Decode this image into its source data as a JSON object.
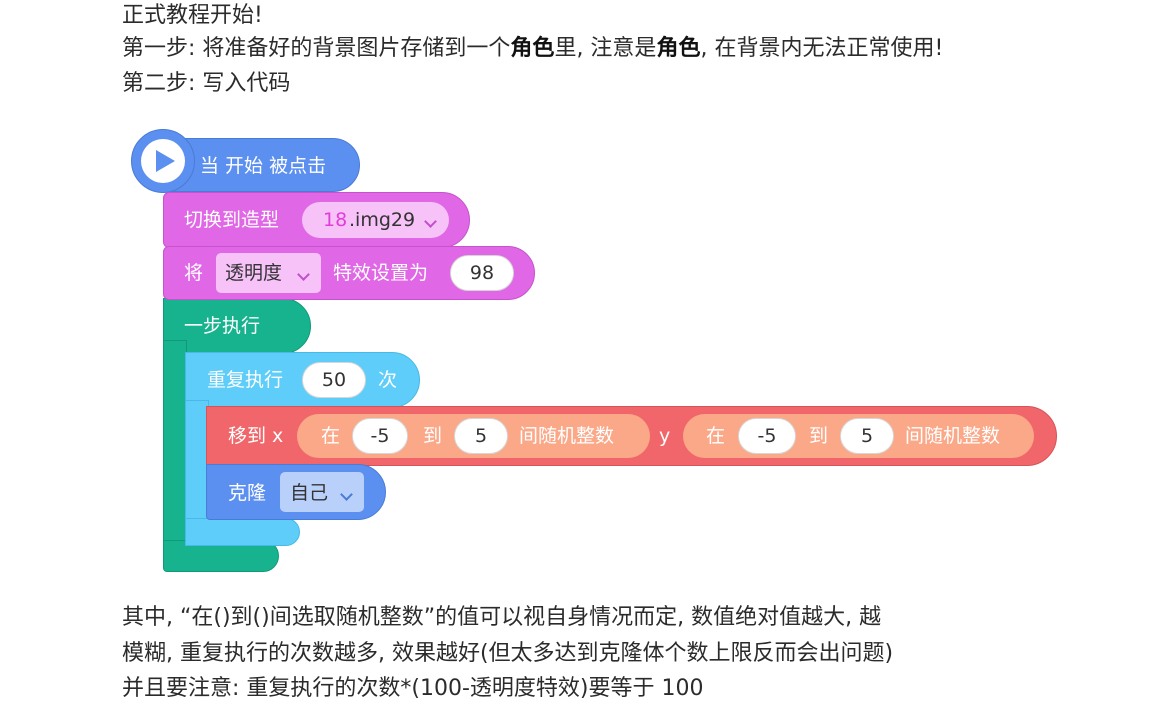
{
  "intro": {
    "line1": "正式教程开始!",
    "line2_a": "第一步: 将准备好的背景图片存储到一个",
    "line2_b": "角色",
    "line2_c": "里, 注意是",
    "line2_d": "角色",
    "line2_e": ", 在背景内无法正常使用!",
    "line3": "第二步:  写入代码"
  },
  "blocks": {
    "hat_label": "当 开始 被点击",
    "switch_costume_label": "切换到造型",
    "costume_prefix": "18",
    "costume_name": ".img29",
    "set_effect_label_a": "将",
    "effect_option": "透明度",
    "set_effect_label_b": "特效设置为",
    "effect_value": "98",
    "run_without_refresh": "一步执行",
    "repeat_label_a": "重复执行",
    "repeat_count": "50",
    "repeat_label_b": "次",
    "goto_label": "移到 x",
    "rand_at": "在",
    "rand_to": "到",
    "rand_tail": "间随机整数",
    "x_min": "-5",
    "x_max": "5",
    "y_label": "y",
    "y_min": "-5",
    "y_max": "5",
    "clone_label": "克隆",
    "clone_option": "自己"
  },
  "footer": {
    "line1": "其中, “在()到()间选取随机整数”的值可以视自身情况而定, 数值绝对值越大, 越",
    "line2": "模糊, 重复执行的次数越多, 效果越好(但太多达到克隆体个数上限反而会出问题)",
    "line3": "并且要注意: 重复执行的次数*(100-透明度特效)要等于 100"
  },
  "colors": {
    "event_blue": "#5b8ff0",
    "looks_pink": "#e068e6",
    "control_green": "#17b38e",
    "control_cyan": "#5ecdf9",
    "motion_red": "#f0666a",
    "operator_salmon": "#fba889"
  }
}
